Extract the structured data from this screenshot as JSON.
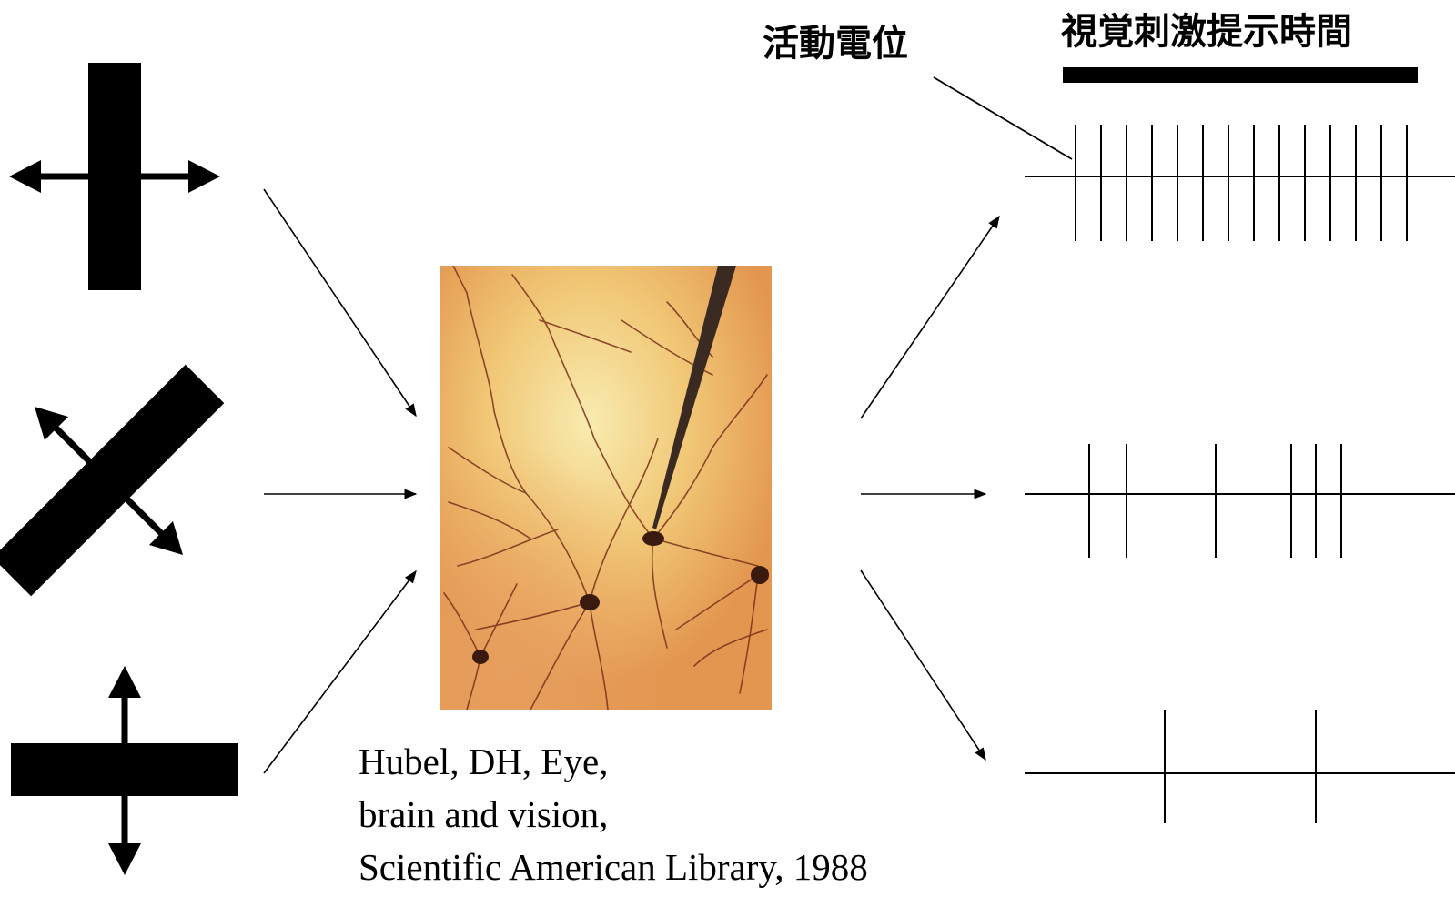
{
  "labels": {
    "action_potential": "活動電位",
    "stimulus_time": "視覚刺激提示時間"
  },
  "citation": [
    "Hubel, DH, Eye,",
    "brain and vision,",
    "Scientific American Library, 1988"
  ],
  "stimuli": [
    {
      "orientation": "vertical bar",
      "movement": "horizontal"
    },
    {
      "orientation": "oblique bar",
      "movement": "perpendicular to bar"
    },
    {
      "orientation": "horizontal bar",
      "movement": "vertical"
    }
  ],
  "spike_trains": [
    {
      "response": "strong",
      "spike_count": 14
    },
    {
      "response": "medium",
      "spike_count": 6
    },
    {
      "response": "weak",
      "spike_count": 2
    }
  ],
  "colors": {
    "ink": "#000000",
    "photo_background": "#e9a25a",
    "photo_highlight": "#f6e39a",
    "neuron_stain": "#6b2a14"
  },
  "icons": [
    "stimulus-bar-vertical",
    "stimulus-bar-oblique",
    "stimulus-bar-horizontal",
    "micrograph-neuron",
    "recording-electrode"
  ]
}
